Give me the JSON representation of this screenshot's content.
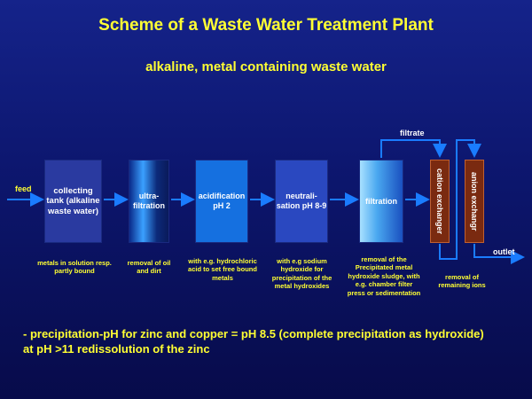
{
  "title": "Scheme of a Waste Water Treatment Plant",
  "subtitle": "alkaline, metal containing waste water",
  "labels": {
    "feed": "feed",
    "filtrate": "filtrate",
    "outlet": "outlet"
  },
  "boxes": {
    "collecting": "collecting tank (alkaline waste water)",
    "ultrafiltration": "ultra-filtration",
    "acidification": "acidification pH 2",
    "neutralisation": "neutrali-sation pH 8-9",
    "filtration": "filtration",
    "cation": "cation exchanger",
    "anion": "anion exchangr"
  },
  "captions": {
    "collecting": "metals in solution resp. partly bound",
    "ultrafiltration": "removal of oil and dirt",
    "acidification": "with e.g. hydrochloric acid to set free bound metals",
    "neutralisation": "with e.g sodium hydroxide for precipitation of the metal hydroxides",
    "filtration": "removal of the Precipitated metal hydroxide sludge, with e.g. chamber filter press or sedimentation",
    "exchangers": "removal of remaining ions"
  },
  "note_line1": "- precipitation-pH for zinc and copper = pH 8.5 (complete precipitation as hydroxide)",
  "note_line2": "at pH >11 redissolution of the zinc",
  "colors": {
    "background": "#0d1770",
    "text_yellow": "#ffff33",
    "arrow": "#1a7cff",
    "exchanger": "#7a2a10"
  }
}
